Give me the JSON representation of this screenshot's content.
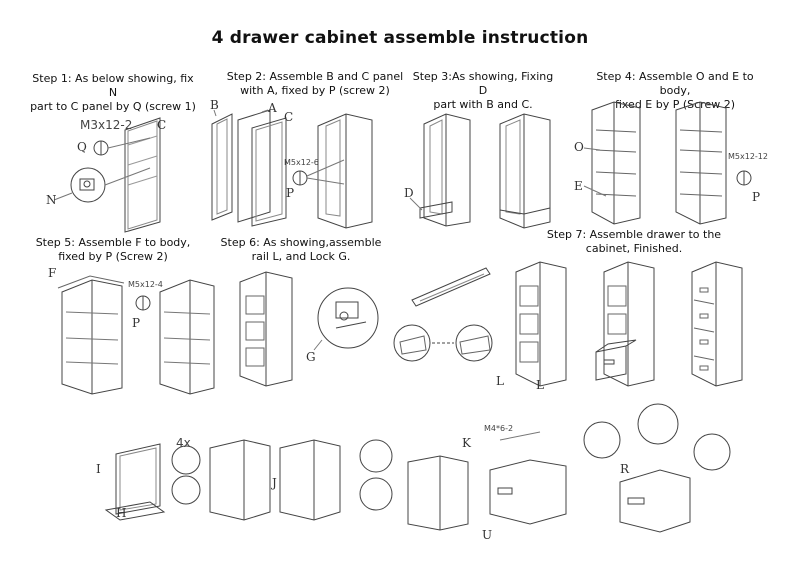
{
  "title": "4 drawer cabinet assemble instruction",
  "steps": [
    {
      "line1": "Step 1: As below showing, fix N",
      "line2": "part to C panel by Q (screw 1)"
    },
    {
      "line1": "Step 2: Assemble B and C panel",
      "line2": "with A, fixed by P (screw 2)"
    },
    {
      "line1": "Step 3:As showing, Fixing D",
      "line2": "part with B and C."
    },
    {
      "line1": "Step 4: Assemble O and E to body,",
      "line2": "fixed E by P (Screw 2)"
    },
    {
      "line1": "Step 5: Assemble F to body,",
      "line2": "fixed by P (Screw 2)"
    },
    {
      "line1": "Step 6: As showing,assemble",
      "line2": "rail L, and Lock G."
    },
    {
      "line1": "Step 7: Assemble drawer to the",
      "line2": "cabinet, Finished."
    }
  ],
  "parts": {
    "N": "N",
    "Q": "Q",
    "C1": "C",
    "B": "B",
    "A": "A",
    "C2": "C",
    "P1": "P",
    "D": "D",
    "O": "O",
    "E": "E",
    "P2": "P",
    "F": "F",
    "P3": "P",
    "G": "G",
    "L1": "L",
    "L2": "L",
    "I": "I",
    "H": "H",
    "J": "J",
    "K": "K",
    "U": "U",
    "R": "R"
  },
  "screws": {
    "s1": "M3x12-2",
    "s2": "M5x12-6",
    "s3": "M5x12-12",
    "s4": "M5x12-4",
    "s5": "M4*6-2",
    "qty": "4x"
  },
  "line_color": "#444444"
}
